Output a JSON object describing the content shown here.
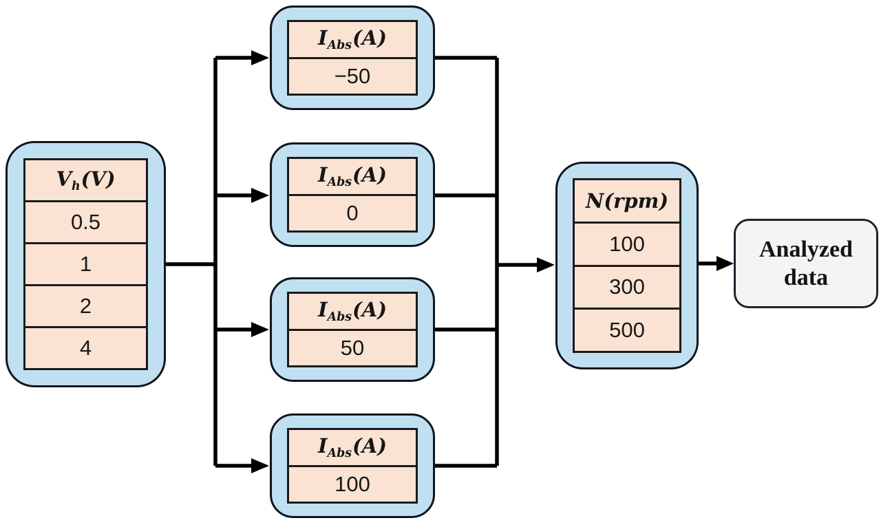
{
  "input_table": {
    "header": {
      "sym": "V",
      "sub": "h",
      "unit": "(V)"
    },
    "rows": [
      "0.5",
      "1",
      "2",
      "4"
    ]
  },
  "current_header": {
    "sym": "I",
    "sub": "Abs",
    "unit": "(A)"
  },
  "current_tables": [
    {
      "value": "−50"
    },
    {
      "value": "0"
    },
    {
      "value": "50"
    },
    {
      "value": "100"
    }
  ],
  "output_table": {
    "header": {
      "sym": "N",
      "unit": "(rpm)"
    },
    "rows": [
      "100",
      "300",
      "500"
    ]
  },
  "result_box": {
    "label": "Analyzed data"
  },
  "colors": {
    "box_fill": "#c0e0f2",
    "box_border": "#10151d",
    "table_fill": "#fae3d3",
    "table_border": "#1a1a1a",
    "result_fill": "#f3f4f3",
    "line": "#000000"
  }
}
